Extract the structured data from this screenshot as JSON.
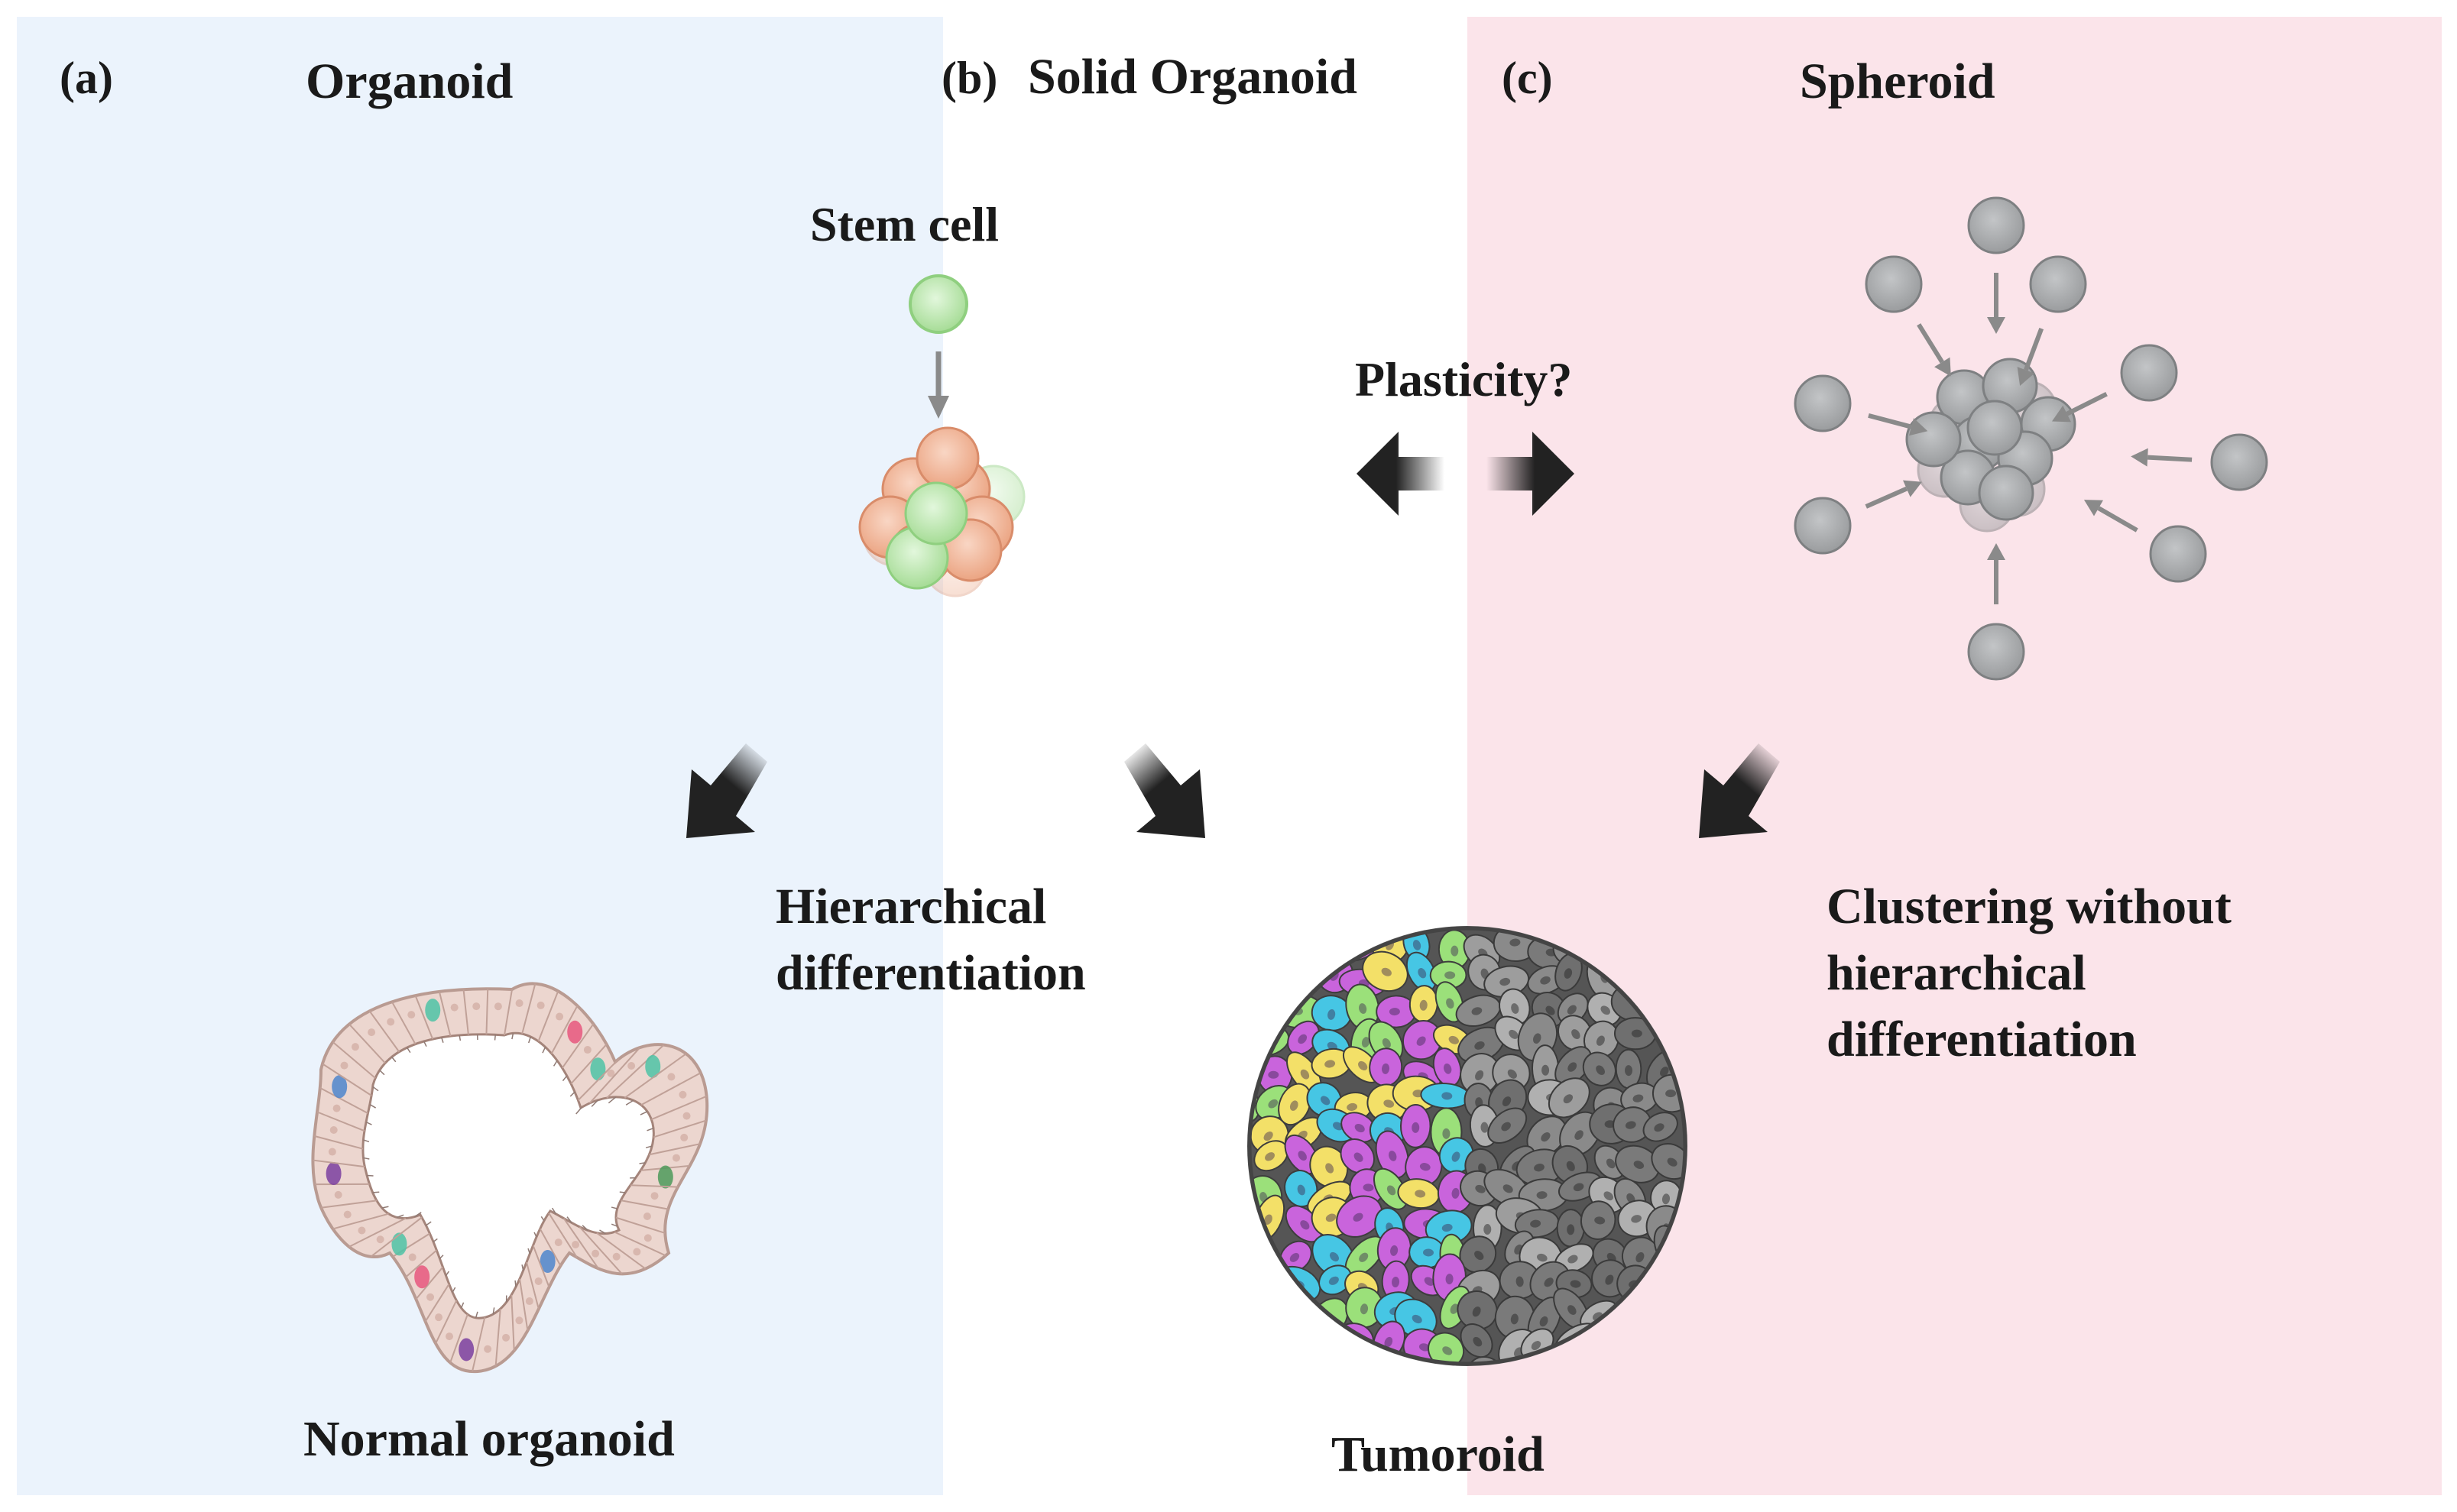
{
  "panels": {
    "a": {
      "letter": "(a)",
      "title": "Organoid",
      "bg_color": "#ebf3fc",
      "result_label": "Normal organoid"
    },
    "b": {
      "letter": "(b)",
      "title": "Solid Organoid",
      "bg_color": "#ffffff",
      "stem_label": "Stem cell",
      "process_line1": "Hierarchical",
      "process_line2": "differentiation",
      "result_label": "Tumoroid"
    },
    "c": {
      "letter": "(c)",
      "title": "Spheroid",
      "bg_color": "#fbe4ea",
      "process_line1": "Clustering without",
      "process_line2": "hierarchical",
      "process_line3": "differentiation"
    }
  },
  "plasticity_label": "Plasticity?",
  "colors": {
    "stem_cell": "#b5e5a8",
    "progenitor": "#f2b596",
    "spheroid_cell": "#a3a6a8",
    "arrow": "#222222",
    "epithelium": "#ecd6cf",
    "tumoroid_palette": [
      "#c964dc",
      "#46c6e4",
      "#f3e068",
      "#9be07a"
    ],
    "tumoroid_gray": "#8c8c8c"
  },
  "icons": {
    "flow_arrow": "thick-down-arrow-icon",
    "plasticity": "bidirectional-arrow-icon",
    "small_arrow": "small-arrow-icon"
  }
}
